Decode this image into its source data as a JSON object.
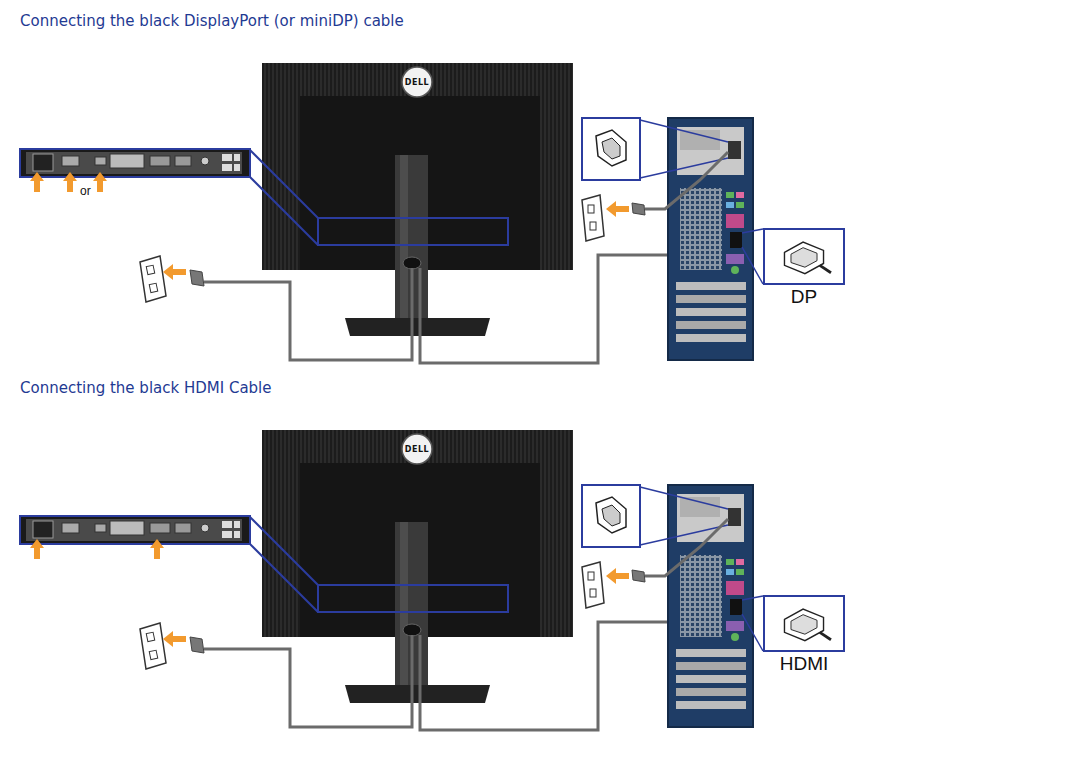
{
  "diagram": {
    "nodes": [
      {
        "text": [
          "DP"
        ]
      },
      {
        "text": [
          "HDMI"
        ]
      }
    ],
    "labels": [
      "Connecting the black DisplayPort (or miniDP) cable",
      "or",
      "DELL",
      "Connecting the black HDMI Cable",
      "DELL"
    ]
  }
}
